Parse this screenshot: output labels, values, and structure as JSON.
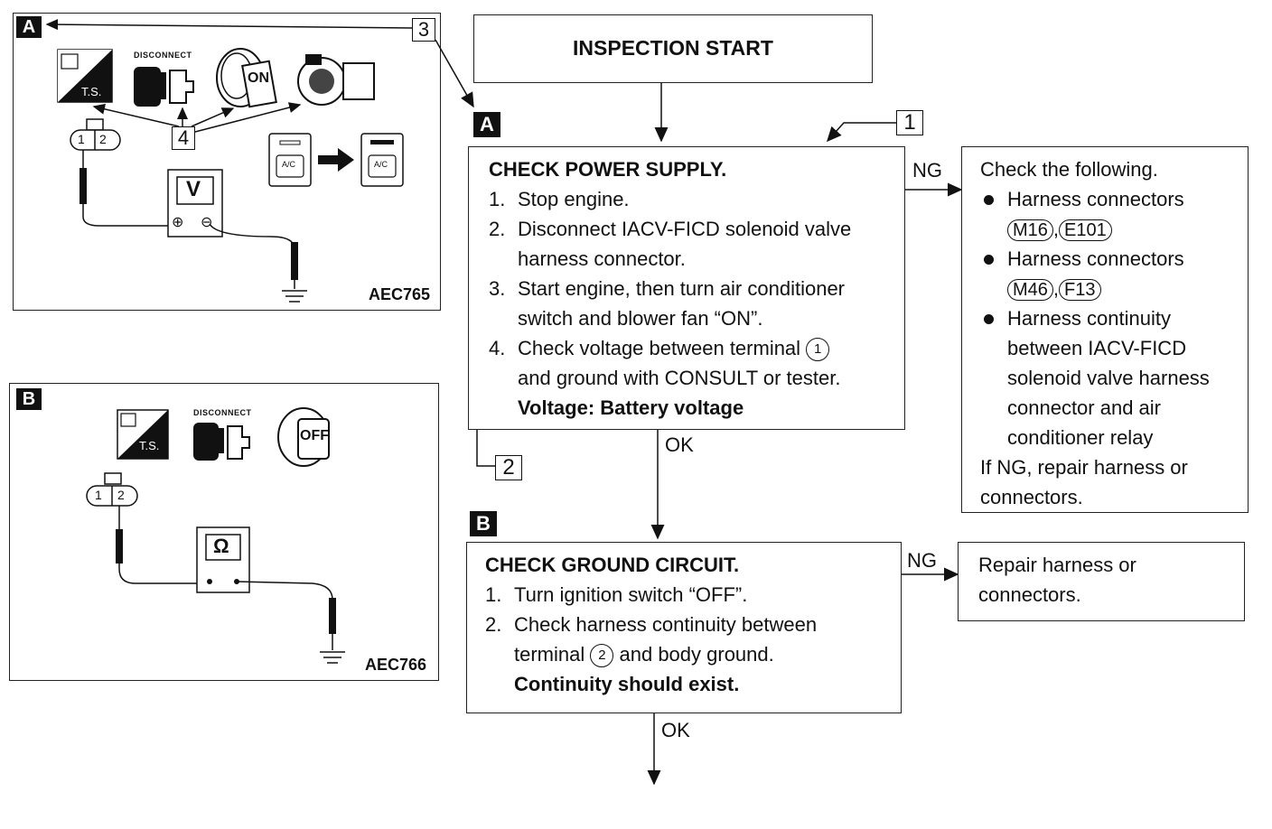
{
  "panel_a": {
    "tag": "A",
    "ref_num": "3",
    "callout_num": "4",
    "disconnect_caption": "DISCONNECT",
    "ts_caption": "T.S.",
    "on_caption": "ON",
    "connector_pins": [
      "1",
      "2"
    ],
    "meter_symbol": "V",
    "meter_plus": "⊕",
    "meter_minus": "⊖",
    "ac_label": "A/C",
    "code": "AEC765",
    "icons": [
      "tester-icon",
      "disconnect-icon",
      "ignition-on-icon",
      "air-conditioner-fan-icon",
      "ac-switch-off-icon",
      "ac-switch-on-icon"
    ]
  },
  "panel_b": {
    "tag": "B",
    "disconnect_caption": "DISCONNECT",
    "ts_caption": "T.S.",
    "off_caption": "OFF",
    "connector_pins": [
      "1",
      "2"
    ],
    "meter_symbol": "Ω",
    "code": "AEC766",
    "icons": [
      "tester-icon",
      "disconnect-icon",
      "ignition-off-icon"
    ]
  },
  "flow": {
    "start": "INSPECTION START",
    "tag_a": "A",
    "tag_b": "B",
    "ref_1": "1",
    "ref_2": "2",
    "power": {
      "title": "CHECK POWER SUPPLY.",
      "steps": [
        {
          "n": "1.",
          "text": "Stop engine."
        },
        {
          "n": "2.",
          "text": "Disconnect IACV-FICD solenoid valve",
          "cont": "harness connector."
        },
        {
          "n": "3.",
          "text": "Start engine, then turn air conditioner",
          "cont": "switch and blower fan “ON”."
        },
        {
          "n": "4.",
          "text_before": "Check voltage between terminal",
          "terminal": "1",
          "cont": "and ground with CONSULT or tester."
        }
      ],
      "spec": "Voltage: Battery voltage"
    },
    "ng1": "NG",
    "ok1": "OK",
    "check_following": {
      "title": "Check the following.",
      "bullet1": "Harness connectors",
      "bullet1_codes": [
        "M16",
        "E101"
      ],
      "bullet2": "Harness connectors",
      "bullet2_codes": [
        "M46",
        "F13"
      ],
      "bullet3_lines": [
        "Harness continuity",
        "between IACV-FICD",
        "solenoid valve harness",
        "connector and air",
        "conditioner relay"
      ],
      "footer_lines": [
        "If NG, repair harness or",
        "connectors."
      ],
      "comma": ","
    },
    "ground": {
      "title": "CHECK GROUND CIRCUIT.",
      "steps": [
        {
          "n": "1.",
          "text": "Turn ignition switch “OFF”."
        },
        {
          "n": "2.",
          "text": "Check harness continuity between",
          "cont_before": "terminal",
          "terminal": "2",
          "cont_after": "and body ground."
        }
      ],
      "spec": "Continuity should exist."
    },
    "ng2": "NG",
    "ok2": "OK",
    "repair": {
      "lines": [
        "Repair harness or",
        "connectors."
      ]
    }
  }
}
